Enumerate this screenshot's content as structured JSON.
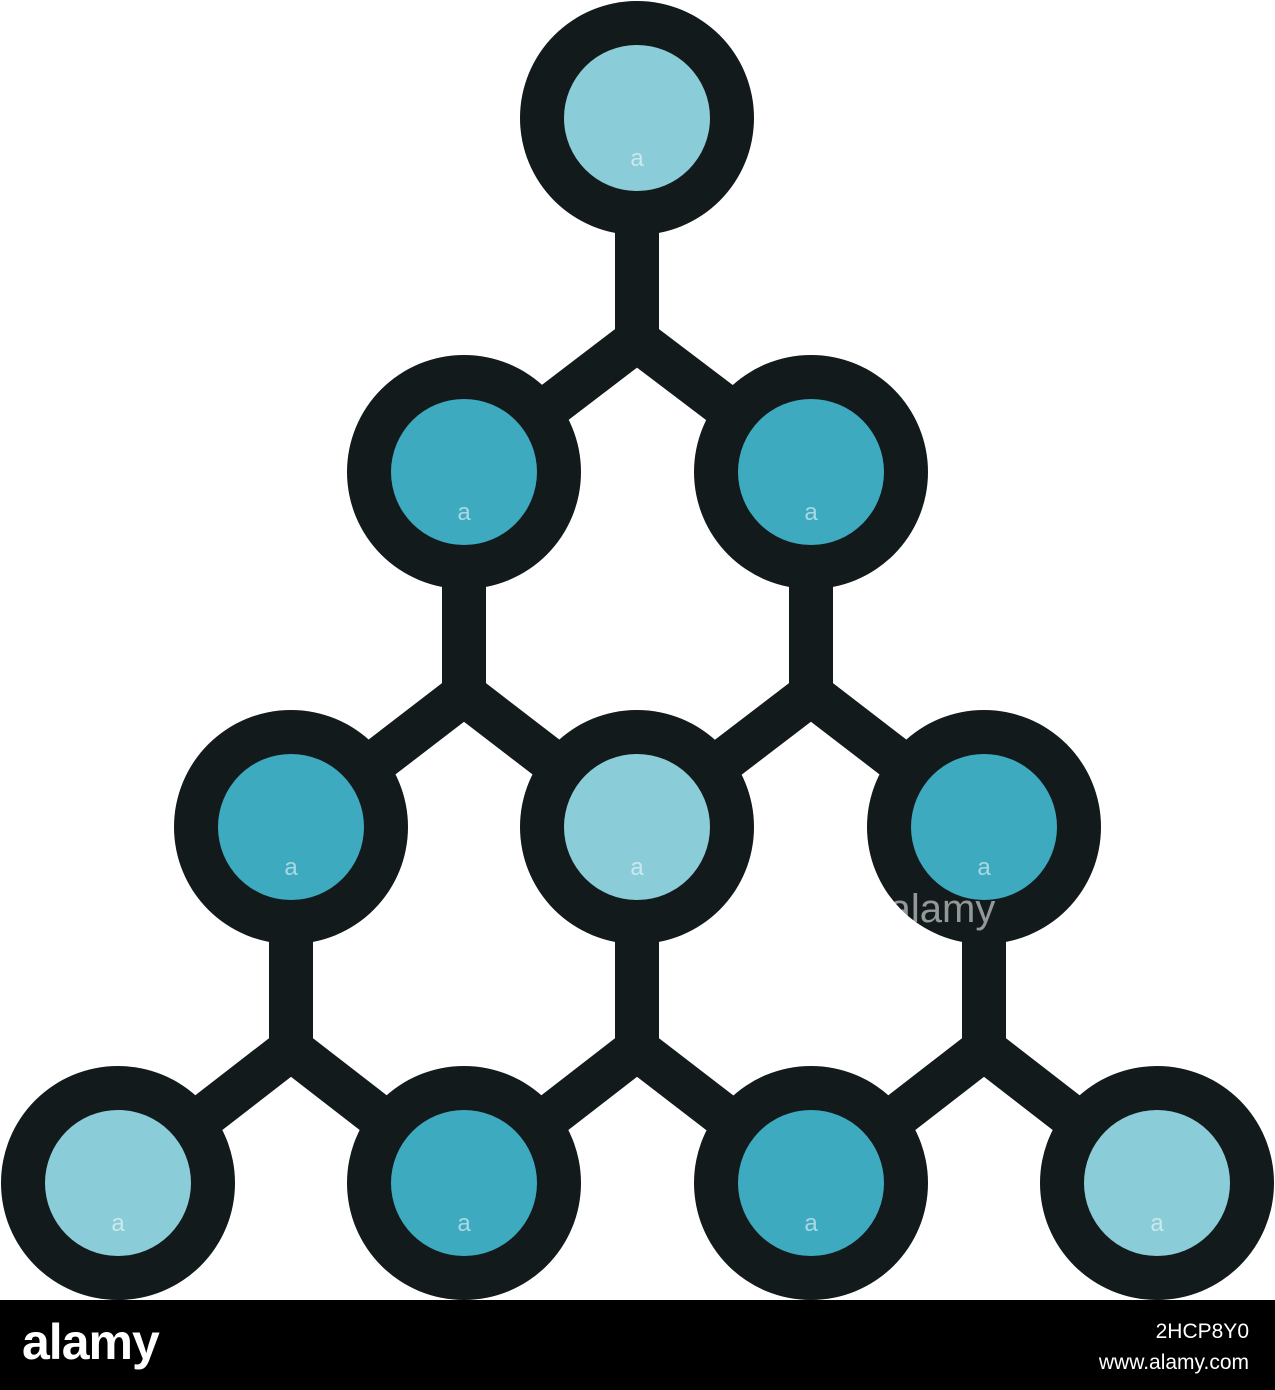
{
  "diagram": {
    "colors": {
      "outline": "#131a1b",
      "node_light": "#8acdd8",
      "node_dark": "#3eaac0",
      "background": "#ffffff"
    },
    "nodes": [
      {
        "id": "n1",
        "fill": "light"
      },
      {
        "id": "n2",
        "fill": "dark"
      },
      {
        "id": "n3",
        "fill": "dark"
      },
      {
        "id": "n4",
        "fill": "dark"
      },
      {
        "id": "n5",
        "fill": "light"
      },
      {
        "id": "n6",
        "fill": "dark"
      },
      {
        "id": "n7",
        "fill": "light"
      },
      {
        "id": "n8",
        "fill": "dark"
      },
      {
        "id": "n9",
        "fill": "dark"
      },
      {
        "id": "n10",
        "fill": "light"
      }
    ],
    "edges": [
      [
        "n1",
        "n2"
      ],
      [
        "n1",
        "n3"
      ],
      [
        "n2",
        "n4"
      ],
      [
        "n2",
        "n5"
      ],
      [
        "n3",
        "n5"
      ],
      [
        "n3",
        "n6"
      ],
      [
        "n4",
        "n7"
      ],
      [
        "n4",
        "n8"
      ],
      [
        "n5",
        "n8"
      ],
      [
        "n5",
        "n9"
      ],
      [
        "n6",
        "n9"
      ],
      [
        "n6",
        "n10"
      ]
    ]
  },
  "watermark": {
    "text": "alamy",
    "glyph": "a"
  },
  "footer": {
    "brand": "alamy",
    "image_id": "2HCP8Y0",
    "site": "www.alamy.com"
  }
}
